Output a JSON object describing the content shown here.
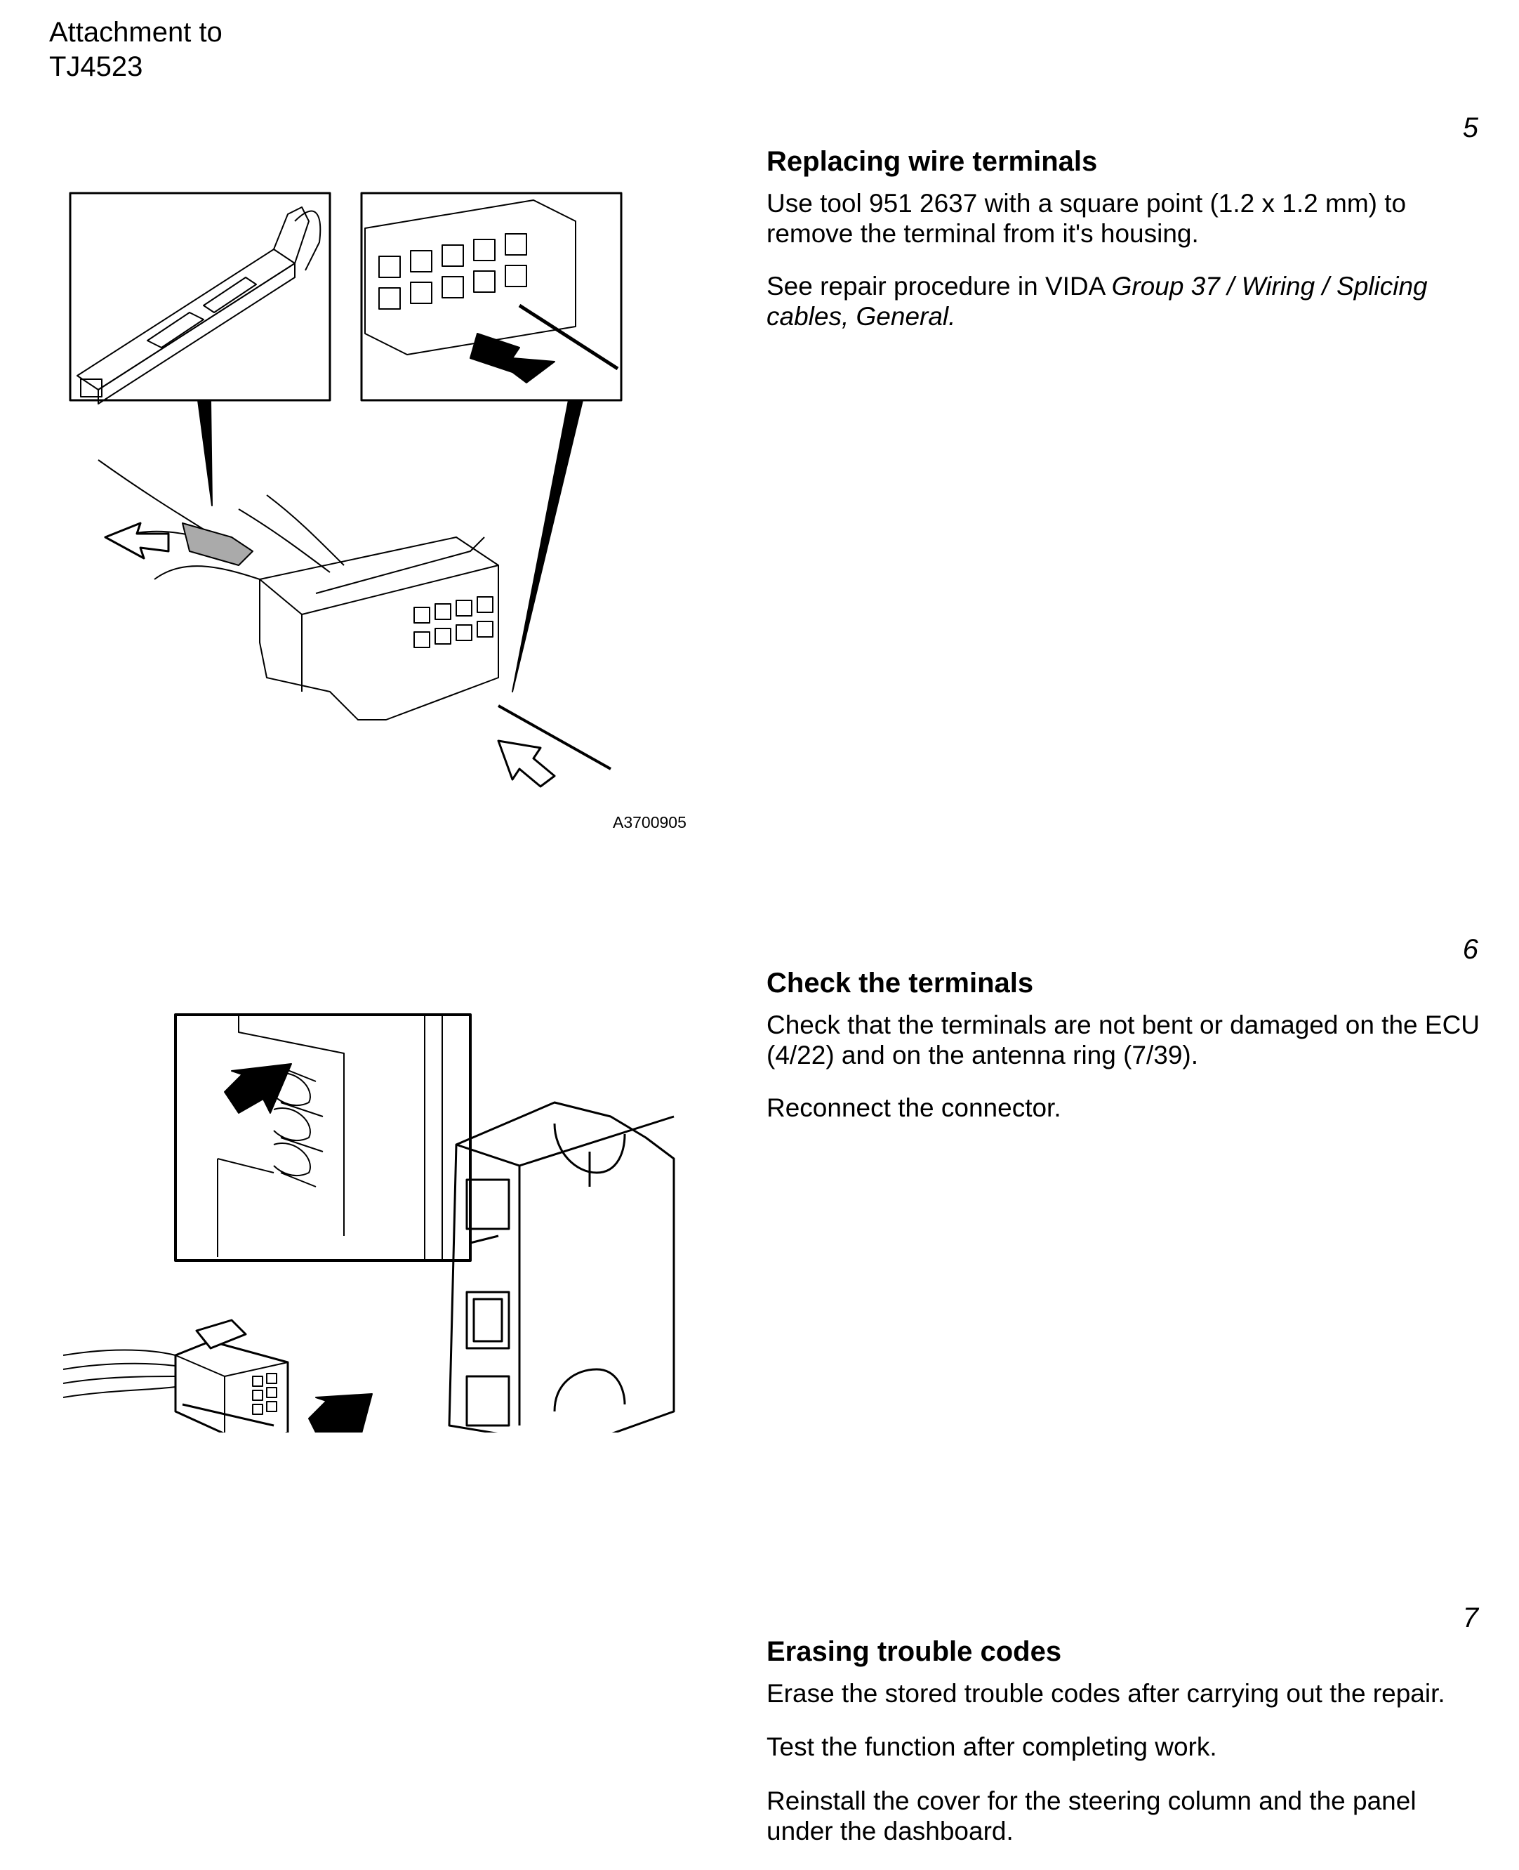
{
  "header": {
    "line1": "Attachment to",
    "line2": "TJ4523"
  },
  "steps": [
    {
      "number": "5",
      "title": "Replacing wire terminals",
      "paragraphs": [
        {
          "text": "Use tool 951 2637 with a square point (1.2 x 1.2 mm) to remove the terminal from it's housing."
        },
        {
          "prefix": "See repair procedure in VIDA ",
          "emphasis": "Group 37 / Wiring / Splicing cables, General."
        }
      ],
      "figure_code": "A3700905"
    },
    {
      "number": "6",
      "title": "Check the terminals",
      "paragraphs": [
        {
          "text": "Check that the terminals are not bent or damaged on the ECU (4/22) and on the antenna ring (7/39)."
        },
        {
          "text": "Reconnect the connector."
        }
      ]
    },
    {
      "number": "7",
      "title": "Erasing trouble codes",
      "paragraphs": [
        {
          "text": "Erase the stored trouble codes after carrying out the repair."
        },
        {
          "text": "Test the function after completing work."
        },
        {
          "text": "Reinstall the cover for the steering column and the panel under the dashboard."
        }
      ]
    }
  ]
}
